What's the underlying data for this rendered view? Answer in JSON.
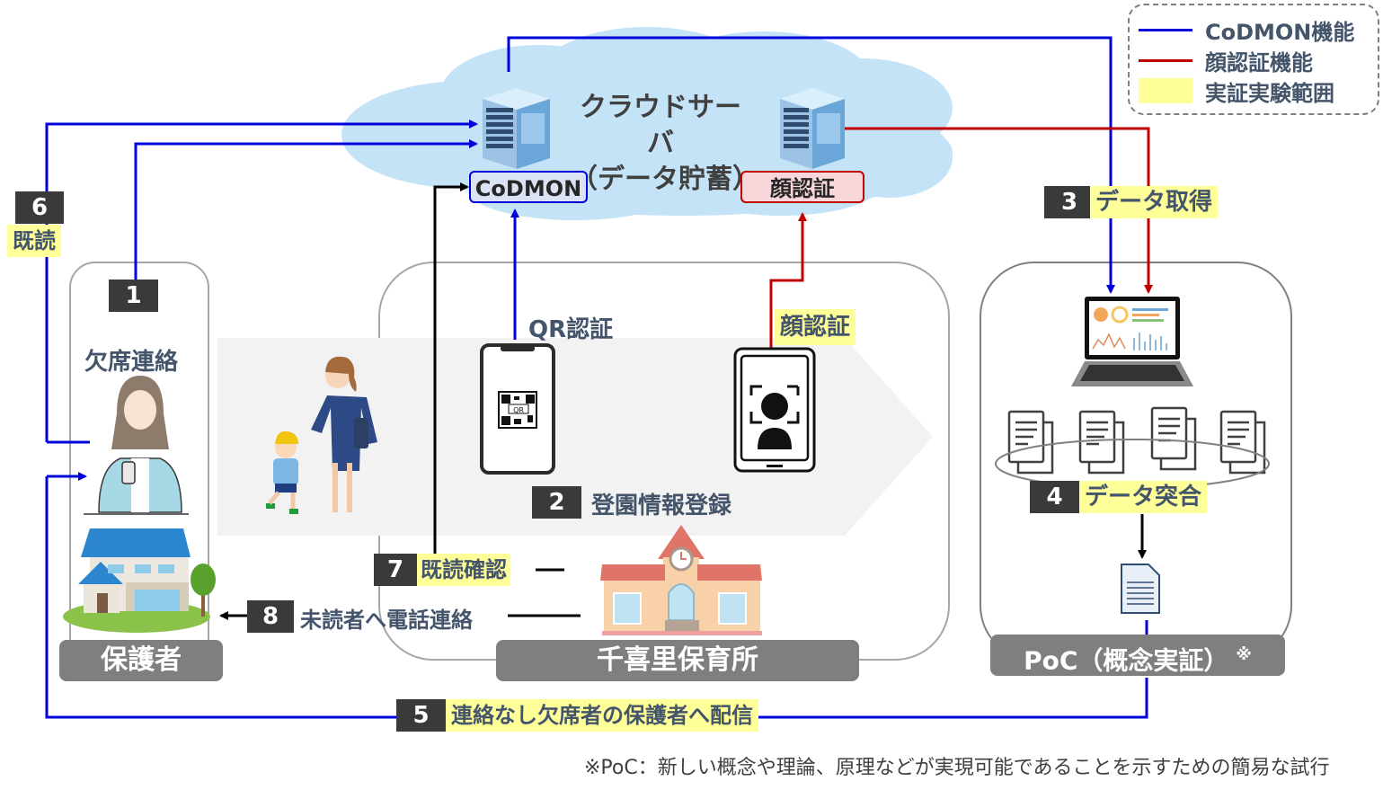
{
  "legend": {
    "items": [
      {
        "label": "CoDMON機能",
        "kind": "line",
        "color": "#0000dd"
      },
      {
        "label": "顔認証機能",
        "kind": "line",
        "color": "#c00000"
      },
      {
        "label": "実証実験範囲",
        "kind": "box",
        "color": "#ffff99"
      }
    ]
  },
  "cloud": {
    "title_line1": "クラウドサーバ",
    "title_line2": "（データ貯蓄）",
    "servers": [
      {
        "label": "CoDMON"
      },
      {
        "label": "顔認証"
      }
    ]
  },
  "actors": {
    "guardian": "保護者",
    "nursery": "千喜里保育所",
    "poc": "PoC（概念実証）",
    "poc_mark": "※"
  },
  "labels": {
    "absence_contact": "欠席連絡",
    "qr_auth": "QR認証",
    "face_auth": "顔認証"
  },
  "steps": [
    {
      "num": "1",
      "label": ""
    },
    {
      "num": "2",
      "label": "登園情報登録"
    },
    {
      "num": "3",
      "label": "データ取得"
    },
    {
      "num": "4",
      "label": "データ突合"
    },
    {
      "num": "5",
      "label": "連絡なし欠席者の保護者へ配信"
    },
    {
      "num": "6",
      "label": "既読"
    },
    {
      "num": "7",
      "label": "既読確認"
    },
    {
      "num": "8",
      "label": "未読者へ電話連絡"
    }
  ],
  "qr_badge": "QR",
  "footnote": "※PoC：新しい概念や理論、原理などが実現可能であることを示すための簡易な試行",
  "colors": {
    "codmon_line": "#0000dd",
    "face_line": "#c00000",
    "highlight": "#ffff99",
    "step_box": "#3a3a3a",
    "tag_gray": "#7f7f7f",
    "cloud": "#c5e3f7"
  }
}
